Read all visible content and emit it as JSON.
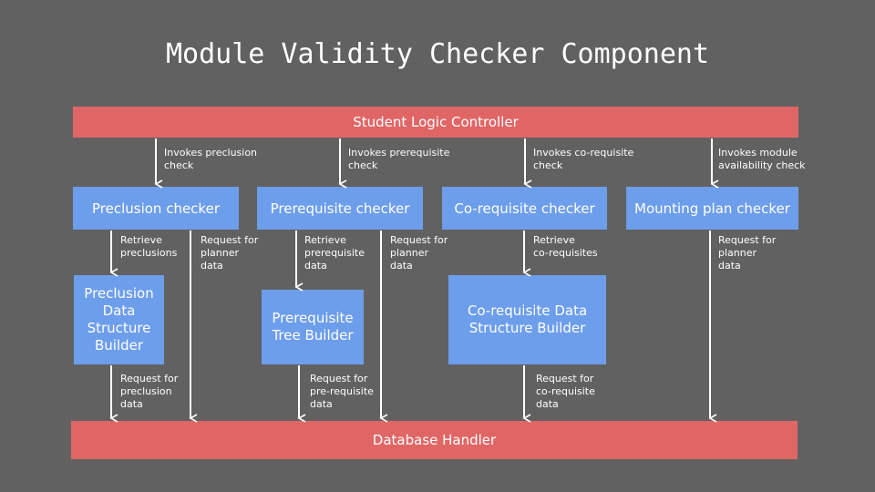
{
  "title": "Module Validity Checker Component",
  "controller": "Student Logic Controller",
  "database": "Database Handler",
  "checkers": [
    "Preclusion checker",
    "Prerequisite checker",
    "Co-requisite checker",
    "Mounting plan checker"
  ],
  "builders": [
    "Preclusion\nData\nStructure\nBuilder",
    "Prerequisite\nTree Builder",
    "Co-requisite Data\nStructure Builder"
  ],
  "labels": {
    "invoke_preclusion": "Invokes preclusion\ncheck",
    "invoke_prerequisite": "Invokes prerequisite\ncheck",
    "invoke_corequisite": "Invokes co-requisite\ncheck",
    "invoke_module": "Invokes module\navailability check",
    "retrieve_preclusions": "Retrieve\npreclusions",
    "retrieve_prerequisite": "Retrieve\nprerequisite\ndata",
    "retrieve_corequisites": "Retrieve\nco-requisites",
    "planner_1": "Request for\nplanner\ndata",
    "planner_2": "Request for\nplanner\ndata",
    "planner_4": "Request for\nplanner\ndata",
    "req_preclusion": "Request for\npreclusion\ndata",
    "req_prerequisite": "Request for\npre-requisite\ndata",
    "req_corequisite": "Request for\nco-requisite\ndata"
  },
  "colors": {
    "background": "#616161",
    "controller_bar": "#e06666",
    "component_box": "#6d9eeb",
    "text": "#ffffff"
  }
}
